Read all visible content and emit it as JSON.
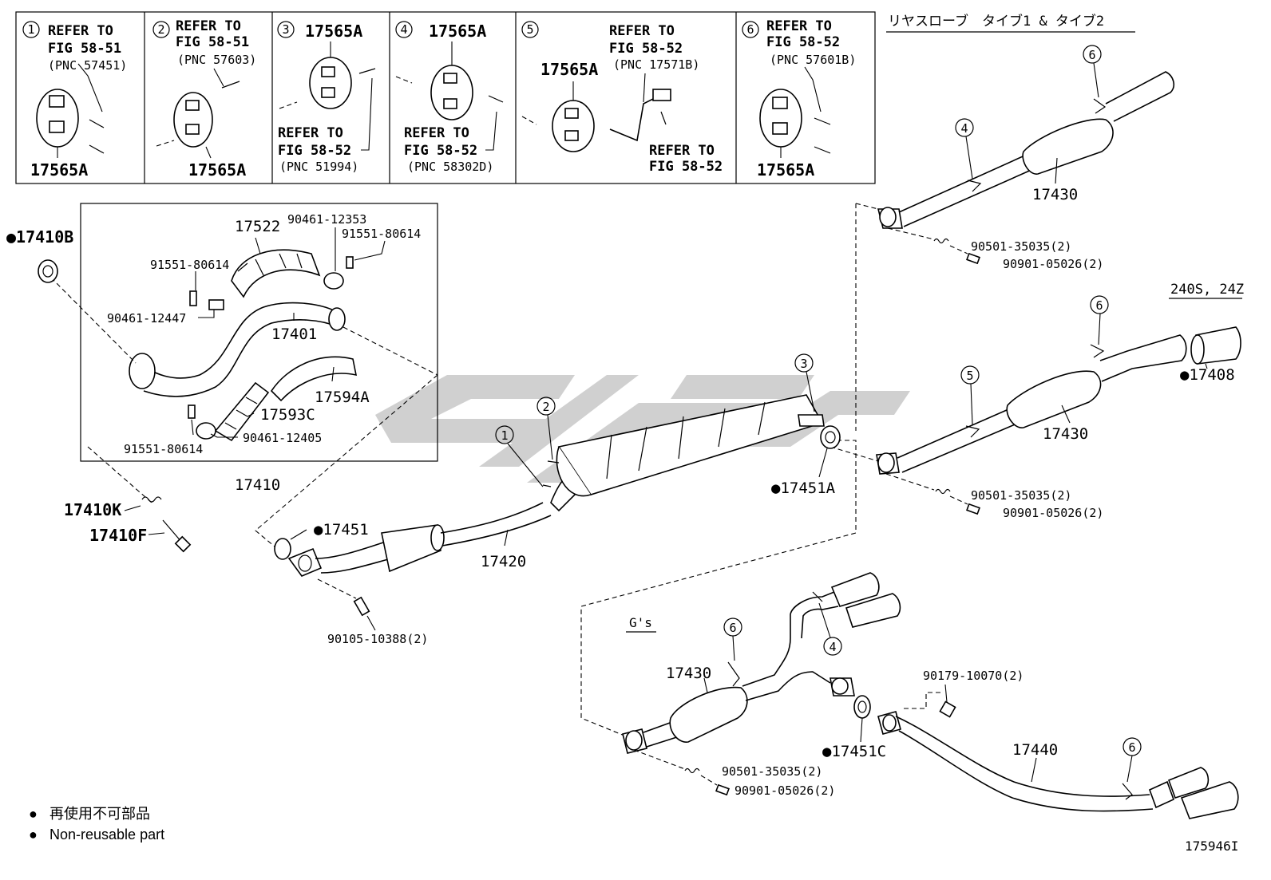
{
  "diagram_id": "175946I",
  "watermark_color": "#c8c8c8",
  "top_boxes": [
    {
      "num": "1",
      "refer": "REFER TO",
      "fig": "FIG 58-51",
      "pnc": "(PNC 57451)",
      "part": "17565A"
    },
    {
      "num": "2",
      "refer": "REFER TO",
      "fig": "FIG 58-51",
      "pnc": "(PNC 57603)",
      "part": "17565A"
    },
    {
      "num": "3",
      "part": "17565A",
      "refer": "REFER TO",
      "fig": "FIG 58-52",
      "pnc": "(PNC 51994)"
    },
    {
      "num": "4",
      "part": "17565A",
      "refer": "REFER TO",
      "fig": "FIG 58-52",
      "pnc": "(PNC 58302D)"
    },
    {
      "num": "5",
      "refer": "REFER TO",
      "fig": "FIG 58-52",
      "pnc": "(PNC 17571B)",
      "part": "17565A",
      "refer2": "REFER TO",
      "fig2": "FIG 58-52"
    },
    {
      "num": "6",
      "refer": "REFER TO",
      "fig": "FIG 58-52",
      "pnc": "(PNC 57601B)",
      "part": "17565A"
    }
  ],
  "section_titles": {
    "rear_slope": "リヤスローブ　タイブ1 & タイブ2",
    "variant_240s": "240S, 24Z",
    "gs": "G's"
  },
  "callouts": [
    "1",
    "2",
    "3",
    "4",
    "5",
    "6"
  ],
  "labels": {
    "p17410B": "●17410B",
    "p17522": "17522",
    "p90461_12353": "90461-12353",
    "p91551_80614_a": "91551-80614",
    "p91551_80614_b": "91551-80614",
    "p90461_12447": "90461-12447",
    "p17401": "17401",
    "p17594A": "17594A",
    "p17593C": "17593C",
    "p91551_80614_c": "91551-80614",
    "p90461_12405": "90461-12405",
    "p17410": "17410",
    "p17410K": "17410K",
    "p17410F": "17410F",
    "p17451": "●17451",
    "p17420": "17420",
    "p90105": "90105-10388(2)",
    "p17451A": "●17451A",
    "p17430_a": "17430",
    "p90501_a": "90501-35035(2)",
    "p90901_a": "90901-05026(2)",
    "p17408": "●17408",
    "p17430_b": "17430",
    "p90501_b": "90501-35035(2)",
    "p90901_b": "90901-05026(2)",
    "p17430_c": "17430",
    "p90179": "90179-10070(2)",
    "p17440": "17440",
    "p17451C": "●17451C",
    "p90501_c": "90501-35035(2)",
    "p90901_c": "90901-05026(2)"
  },
  "legend": [
    {
      "bullet": "●",
      "text": "再使用不可部品"
    },
    {
      "bullet": "●",
      "text": "Non-reusable part"
    }
  ]
}
